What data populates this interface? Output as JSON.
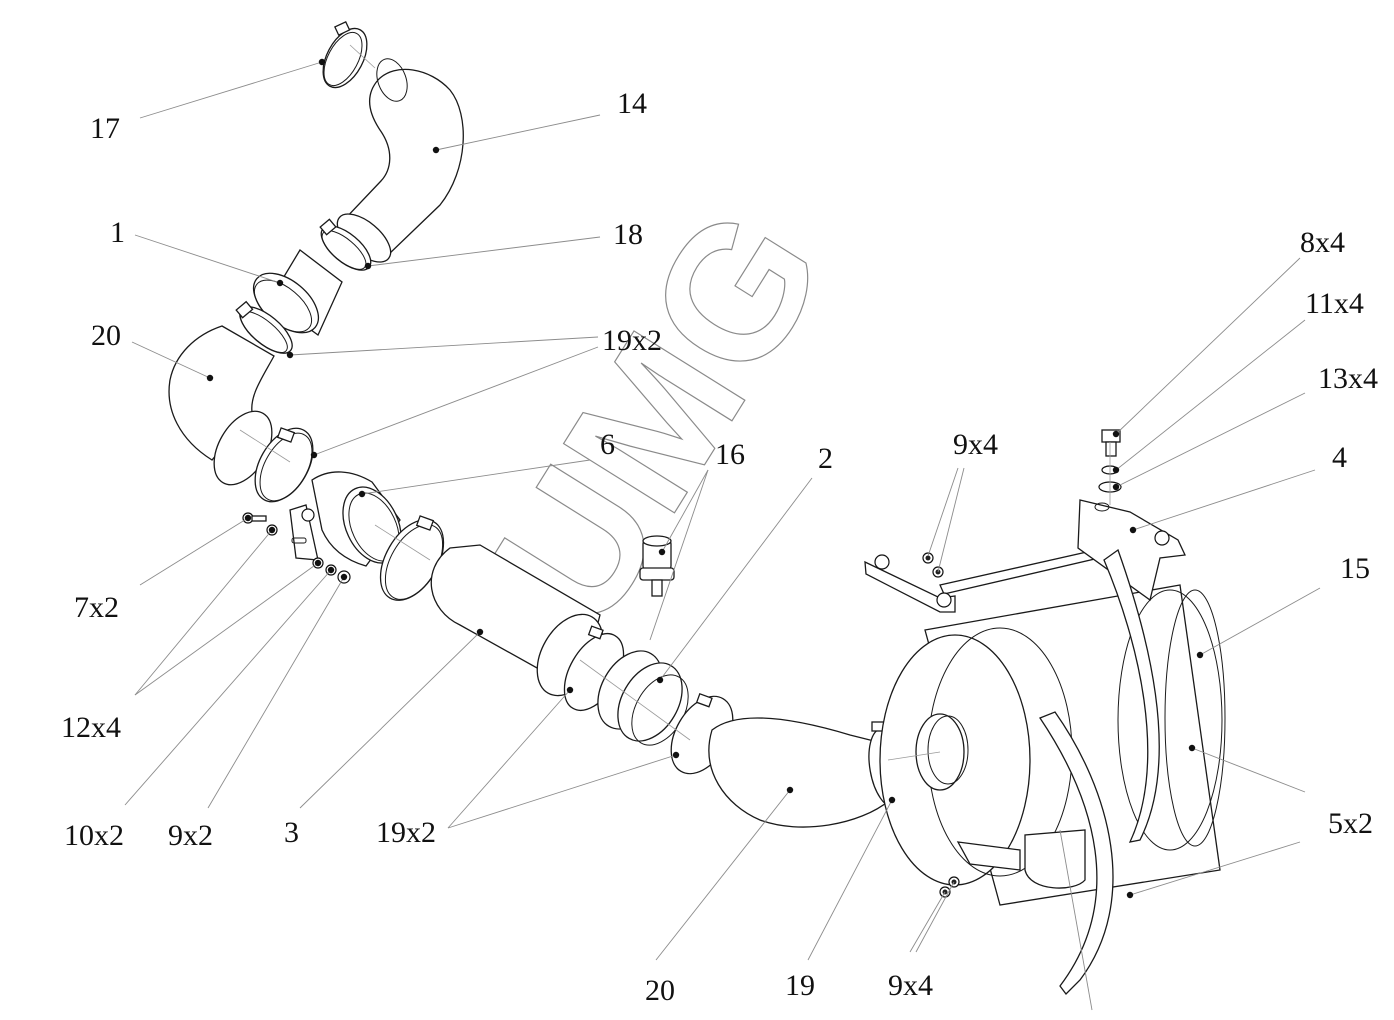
{
  "diagram": {
    "type": "exploded-parts-view",
    "subject": "air intake assembly with air filter housing",
    "watermark": "UMG",
    "colors": {
      "line": "#1a1a1a",
      "leader": "#8c8c8c",
      "background": "#ffffff"
    }
  },
  "callouts": [
    {
      "id": "c17",
      "label": "17"
    },
    {
      "id": "c14",
      "label": "14"
    },
    {
      "id": "c1",
      "label": "1"
    },
    {
      "id": "c18",
      "label": "18"
    },
    {
      "id": "c20a",
      "label": "20"
    },
    {
      "id": "c19x2a",
      "label": "19x2"
    },
    {
      "id": "c6",
      "label": "6"
    },
    {
      "id": "c16",
      "label": "16"
    },
    {
      "id": "c2",
      "label": "2"
    },
    {
      "id": "c9x4a",
      "label": "9x4"
    },
    {
      "id": "c8x4",
      "label": "8x4"
    },
    {
      "id": "c11x4",
      "label": "11x4"
    },
    {
      "id": "c13x4",
      "label": "13x4"
    },
    {
      "id": "c4",
      "label": "4"
    },
    {
      "id": "c15",
      "label": "15"
    },
    {
      "id": "c7x2",
      "label": "7x2"
    },
    {
      "id": "c12x4",
      "label": "12x4"
    },
    {
      "id": "c10x2",
      "label": "10x2"
    },
    {
      "id": "c9x2",
      "label": "9x2"
    },
    {
      "id": "c3",
      "label": "3"
    },
    {
      "id": "c19x2b",
      "label": "19x2"
    },
    {
      "id": "c20b",
      "label": "20"
    },
    {
      "id": "c19",
      "label": "19"
    },
    {
      "id": "c9x4b",
      "label": "9x4"
    },
    {
      "id": "c5x2",
      "label": "5x2"
    }
  ]
}
